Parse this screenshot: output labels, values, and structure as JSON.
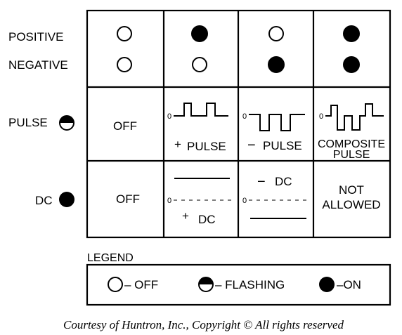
{
  "row_labels": {
    "positive": "POSITIVE",
    "negative": "NEGATIVE",
    "pulse": "PULSE",
    "dc": "DC"
  },
  "indicator_states": {
    "positive": [
      "off",
      "on",
      "off",
      "on"
    ],
    "negative": [
      "off",
      "off",
      "on",
      "on"
    ]
  },
  "pulse_row": {
    "col1": "OFF",
    "col2_sign": "+",
    "col2_label": "PULSE",
    "col3_sign": "−",
    "col3_label": "PULSE",
    "col4_line1": "COMPOSITE",
    "col4_line2": "PULSE",
    "zero": "0"
  },
  "dc_row": {
    "col1": "OFF",
    "col2_sign": "+",
    "col2_label": "DC",
    "col3_sign": "−",
    "col3_label": "DC",
    "col4_line1": "NOT",
    "col4_line2": "ALLOWED",
    "zero": "0"
  },
  "legend": {
    "title": "LEGEND",
    "off": "– OFF",
    "flashing": "– FLASHING",
    "on": "–ON"
  },
  "caption": "Courtesy of Huntron, Inc., Copyright ©  All rights reserved"
}
